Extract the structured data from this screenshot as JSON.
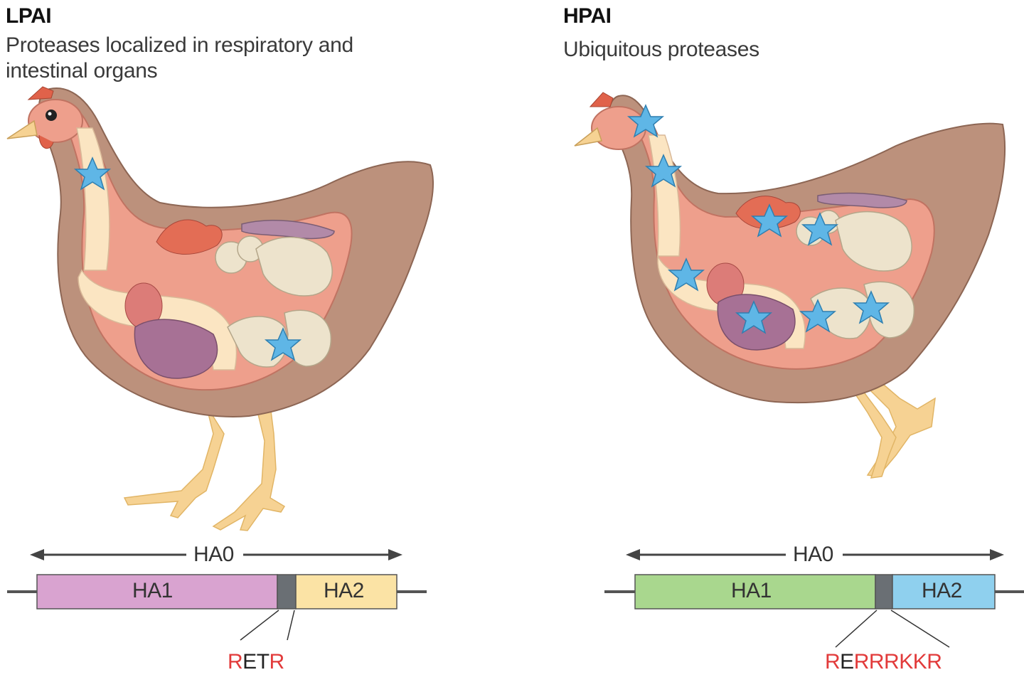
{
  "lpai": {
    "title": "LPAI",
    "subtitle": "Proteases localized in respiratory and intestinal organs",
    "gene": {
      "span_label": "HA0",
      "segment1_label": "HA1",
      "segment2_label": "HA2",
      "segment1_color": "#d9a3d0",
      "segment2_color": "#fbe3a5",
      "cleavage_site": "RETR",
      "cleavage_site_letters": [
        "R",
        "E",
        "T",
        "R"
      ],
      "cleavage_site_basic_flags": [
        true,
        false,
        false,
        true
      ]
    }
  },
  "hpai": {
    "title": "HPAI",
    "subtitle": "Ubiquitous proteases",
    "gene": {
      "span_label": "HA0",
      "segment1_label": "HA1",
      "segment2_label": "HA2",
      "segment1_color": "#a9d78e",
      "segment2_color": "#8fd0ee",
      "cleavage_site": "RERRRKKR",
      "cleavage_site_letters": [
        "R",
        "E",
        "R",
        "R",
        "R",
        "K",
        "K",
        "R"
      ],
      "cleavage_site_basic_flags": [
        true,
        false,
        true,
        true,
        true,
        true,
        true,
        true
      ]
    }
  },
  "colors": {
    "basic_residue": "#e23b3b",
    "other_residue": "#222222",
    "protease_star": "#5fb6e6",
    "body_outer": "#b98d78",
    "body_inner": "#ee9e8b"
  }
}
